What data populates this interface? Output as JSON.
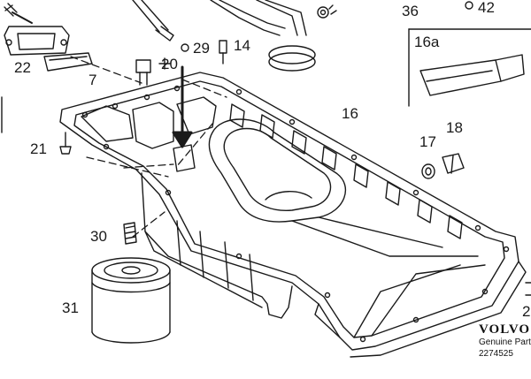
{
  "labels": {
    "l36": "36",
    "l42": "42",
    "l16a": "16a",
    "l22": "22",
    "l20": "20",
    "l29": "29",
    "l14": "14",
    "l7": "7",
    "l16": "16",
    "l17": "17",
    "l18": "18",
    "l21": "21",
    "l30": "30",
    "l31": "31",
    "l2": "2"
  },
  "brand": {
    "name": "VOLVO",
    "subtitle": "Genuine Part",
    "number": "2274525"
  },
  "colors": {
    "ink": "#1a1a1a",
    "paper": "#ffffff"
  }
}
